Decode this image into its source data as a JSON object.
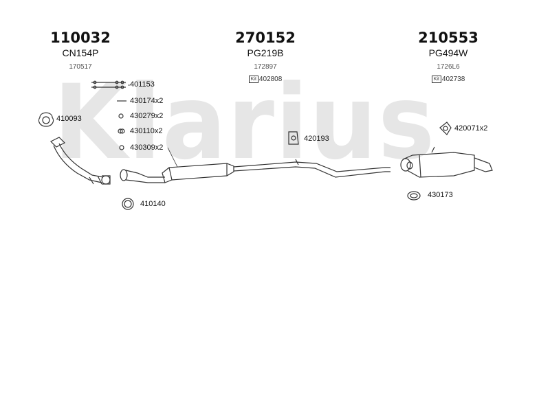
{
  "watermark": "Klarius",
  "groups": [
    {
      "number": "110032",
      "code": "CN154P",
      "sub": "170517"
    },
    {
      "number": "270152",
      "code": "PG219B",
      "sub": "172897",
      "kit_icon": "Kit",
      "kit": "402808"
    },
    {
      "number": "210553",
      "code": "PG494W",
      "sub": "1726L6",
      "kit_icon": "Kit",
      "kit": "402738"
    }
  ],
  "parts": {
    "p401153": "401153",
    "p430174": "430174x2",
    "p430279": "430279x2",
    "p430110": "430110x2",
    "p430309": "430309x2",
    "p410093": "410093",
    "p410140": "410140",
    "p420193": "420193",
    "p420071": "420071x2",
    "p430173": "430173"
  },
  "colors": {
    "line": "#333333",
    "watermark": "#e6e6e6"
  }
}
